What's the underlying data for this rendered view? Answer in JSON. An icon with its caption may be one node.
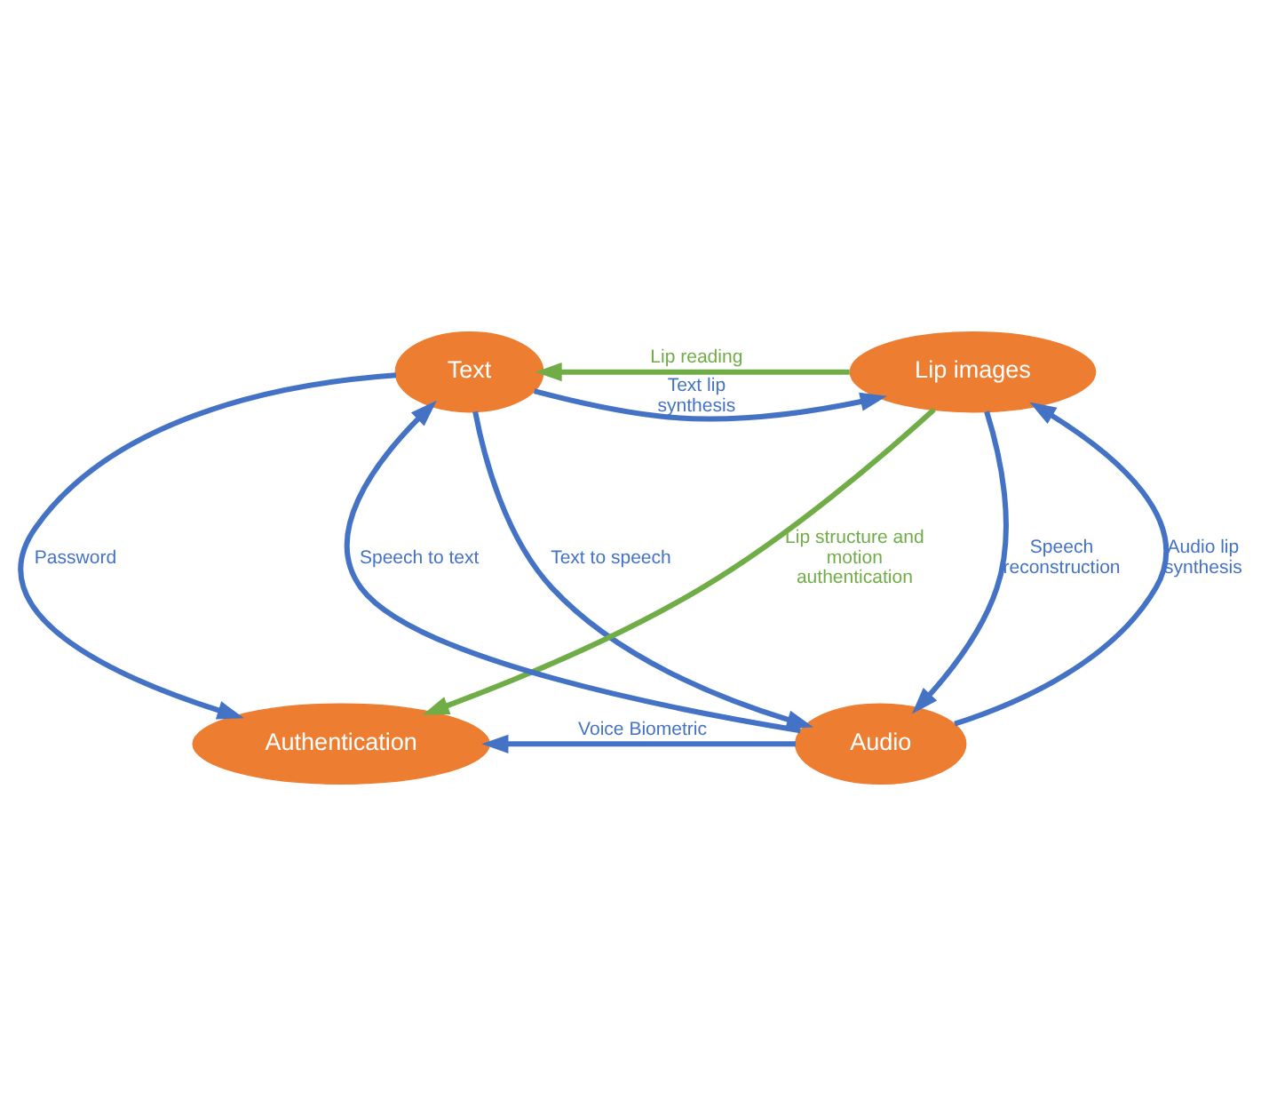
{
  "diagram": {
    "nodes": [
      {
        "text": [
          "Text"
        ]
      },
      {
        "text": [
          "Lip images"
        ]
      },
      {
        "text": [
          "Authentication"
        ]
      },
      {
        "text": [
          "Audio"
        ]
      }
    ],
    "edges": [
      {
        "from": 1,
        "to": 0,
        "arrow": "to",
        "label": "Lip reading",
        "color": "#70ad47"
      },
      {
        "from": 0,
        "to": 1,
        "arrow": "to",
        "label": "Text lip synthesis"
      },
      {
        "from": 0,
        "to": 3,
        "arrow": "to",
        "label": "Text to speech"
      },
      {
        "from": 3,
        "to": 0,
        "arrow": "to",
        "label": "Speech to text"
      },
      {
        "from": 0,
        "to": 2,
        "arrow": "to",
        "label": "Password"
      },
      {
        "from": 1,
        "to": 2,
        "arrow": "to",
        "label": "Lip structure and motion authentication",
        "color": "#70ad47"
      },
      {
        "from": 1,
        "to": 3,
        "arrow": "to",
        "label": "Speech reconstruction"
      },
      {
        "from": 3,
        "to": 1,
        "arrow": "to",
        "label": "Audio lip synthesis"
      },
      {
        "from": 3,
        "to": 2,
        "arrow": "to",
        "label": "Voice Biometric"
      }
    ]
  }
}
